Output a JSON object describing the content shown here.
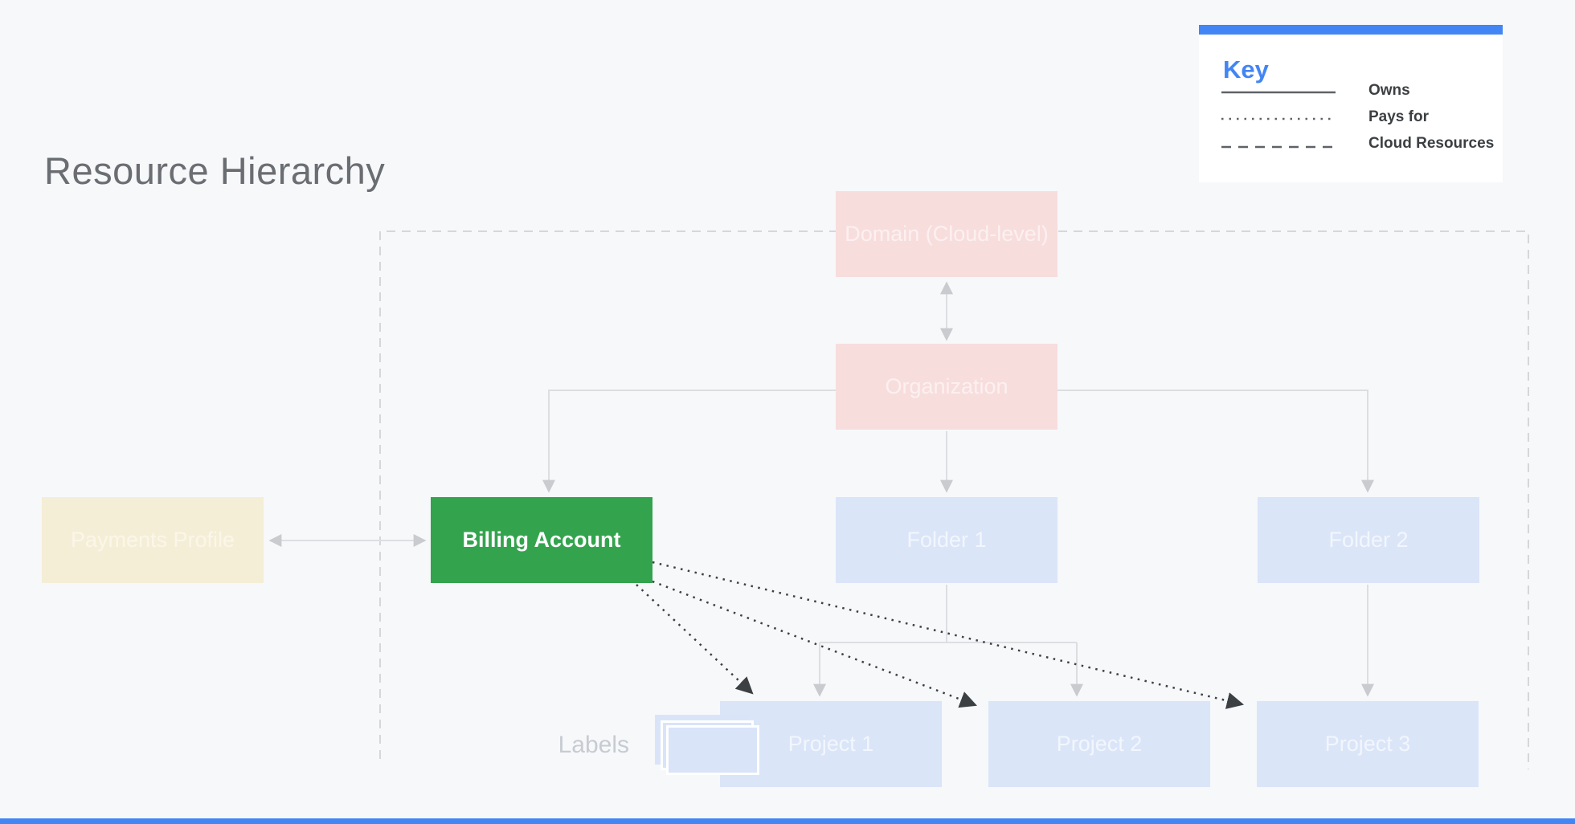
{
  "title": "Resource Hierarchy",
  "key": {
    "heading": "Key",
    "items": [
      {
        "style": "solid",
        "label": "Owns"
      },
      {
        "style": "dotted",
        "label": "Pays for"
      },
      {
        "style": "dashed",
        "label": "Cloud Resources"
      }
    ]
  },
  "nodes": {
    "domain": {
      "label": "Domain (Cloud-level)"
    },
    "organization": {
      "label": "Organization"
    },
    "payments_profile": {
      "label": "Payments Profile"
    },
    "billing_account": {
      "label": "Billing Account"
    },
    "folder1": {
      "label": "Folder 1"
    },
    "folder2": {
      "label": "Folder 2"
    },
    "project1": {
      "label": "Project 1"
    },
    "project2": {
      "label": "Project 2"
    },
    "project3": {
      "label": "Project 3"
    }
  },
  "annotations": {
    "labels_caption": "Labels"
  },
  "icons": {
    "labels_icon": "stacked-cards"
  },
  "colors": {
    "background": "#f6f8fa",
    "accent_blue": "#4285f4",
    "node_pink": "#f8dddd",
    "node_green": "#34a34e",
    "node_cream": "#f5eed6",
    "node_blue": "#dbe5f8",
    "connector_gray": "#dcdee1",
    "arrowhead_gray": "#c9cbcf",
    "dashed_boundary_gray": "#d5d7db",
    "pays_for_dark": "#3c4043",
    "title_gray": "#6a6d71"
  }
}
